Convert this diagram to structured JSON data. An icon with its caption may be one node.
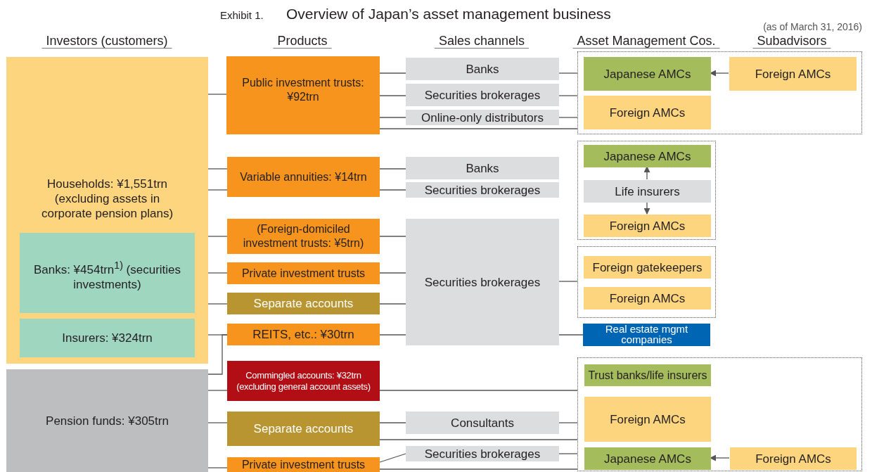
{
  "diagram": {
    "title": "Overview of Japan’s asset management business",
    "nodes": [
      {
        "text": [
          "Households: ¥1,551trn (excluding assets in corporate pension plans)"
        ]
      },
      {
        "text": [
          "Banks: ¥454trn$^{1)}$ (securities investments)"
        ],
        "in": 0
      },
      {
        "text": [
          "Insurers: ¥324trn"
        ],
        "in": 0
      },
      {
        "text": [
          "Pension funds: ¥305trn"
        ]
      },
      {
        "text": [
          "Public investment trusts: ¥92trn"
        ]
      },
      {
        "text": [
          "Variable annuities: ¥14trn"
        ]
      },
      {
        "text": [
          "(Foreign-domiciled investment trusts: ¥5trn)"
        ]
      },
      {
        "text": [
          "Private investment trusts"
        ]
      },
      {
        "text": [
          "Separate accounts"
        ]
      },
      {
        "text": [
          "REITS, etc.: ¥30trn"
        ]
      },
      {
        "text": [
          "Commingled accounts: ¥32trn (excluding general account assets)"
        ]
      },
      {
        "text": [
          "Separate accounts"
        ]
      },
      {
        "text": [
          "Private investment trusts"
        ]
      },
      {
        "text": [
          "Banks"
        ]
      },
      {
        "text": [
          "Securities brokerages"
        ]
      },
      {
        "text": [
          "Online-only distributors"
        ]
      },
      {
        "text": [
          "Banks"
        ]
      },
      {
        "text": [
          "Securities brokerages"
        ]
      },
      {
        "text": [
          "Securities brokerages"
        ]
      },
      {
        "text": [
          "Consultants"
        ]
      },
      {
        "text": [
          "Securities brokerages"
        ]
      },
      {
        "text": [],
        "shape": "box"
      },
      {
        "text": [
          "Japanese AMCs"
        ],
        "in": 21
      },
      {
        "text": [
          "Foreign AMCs"
        ],
        "in": 21
      },
      {
        "text": [
          "Foreign AMCs"
        ],
        "in": 21
      },
      {
        "text": [],
        "shape": "box"
      },
      {
        "text": [
          "Japanese AMCs"
        ],
        "in": 25
      },
      {
        "text": [
          "Life insurers"
        ],
        "in": 25
      },
      {
        "text": [
          "Foreign AMCs"
        ],
        "in": 25
      },
      {
        "text": [],
        "shape": "box"
      },
      {
        "text": [
          "Foreign gatekeepers"
        ],
        "in": 29
      },
      {
        "text": [
          "Foreign AMCs"
        ],
        "in": 29
      },
      {
        "text": [
          "Real estate mgmt companies"
        ]
      },
      {
        "text": [],
        "shape": "box"
      },
      {
        "text": [
          "Trust banks/life insurers"
        ],
        "in": 33
      },
      {
        "text": [
          "Foreign AMCs"
        ],
        "in": 33
      },
      {
        "text": [
          "Japanese AMCs"
        ],
        "in": 33
      },
      {
        "text": [
          "Foreign AMCs"
        ],
        "in": 33
      }
    ],
    "edges": [
      {
        "from": 0,
        "to": 4,
        "arrow": "none"
      },
      {
        "from": 0,
        "to": 5,
        "arrow": "none"
      },
      {
        "from": 0,
        "to": 5,
        "arrow": "none"
      },
      {
        "from": 0,
        "to": 6,
        "arrow": "none"
      },
      {
        "from": 0,
        "to": 7,
        "arrow": "none"
      },
      {
        "from": 0,
        "to": 8,
        "arrow": "none"
      },
      {
        "from": 0,
        "to": 9,
        "arrow": "none"
      },
      {
        "from": 3,
        "to": 9,
        "arrow": "none"
      },
      {
        "from": 3,
        "to": 10,
        "arrow": "none"
      },
      {
        "from": 3,
        "to": 11,
        "arrow": "none"
      },
      {
        "from": 3,
        "to": 12,
        "arrow": "none"
      },
      {
        "from": 4,
        "to": 13,
        "arrow": "none"
      },
      {
        "from": 4,
        "to": 14,
        "arrow": "none"
      },
      {
        "from": 4,
        "to": 15,
        "arrow": "none"
      },
      {
        "from": 4,
        "to": 21,
        "arrow": "none"
      },
      {
        "from": 13,
        "to": 21,
        "arrow": "none"
      },
      {
        "from": 14,
        "to": 21,
        "arrow": "none"
      },
      {
        "from": 15,
        "to": 21,
        "arrow": "none"
      },
      {
        "from": 5,
        "to": 16,
        "arrow": "none"
      },
      {
        "from": 5,
        "to": 17,
        "arrow": "none"
      },
      {
        "from": 6,
        "to": 18,
        "arrow": "none"
      },
      {
        "from": 7,
        "to": 18,
        "arrow": "none"
      },
      {
        "from": 8,
        "to": 18,
        "arrow": "none"
      },
      {
        "from": 9,
        "to": 18,
        "arrow": "none"
      },
      {
        "from": 18,
        "to": 29,
        "arrow": "none"
      },
      {
        "from": 18,
        "to": 32,
        "arrow": "none"
      },
      {
        "from": 10,
        "to": 33,
        "arrow": "none"
      },
      {
        "from": 11,
        "to": 19,
        "arrow": "none"
      },
      {
        "from": 11,
        "to": 33,
        "arrow": "none"
      },
      {
        "from": 12,
        "to": 20,
        "arrow": "none"
      },
      {
        "from": 12,
        "to": 33,
        "arrow": "none"
      },
      {
        "from": 19,
        "to": 33,
        "arrow": "none"
      },
      {
        "from": 20,
        "to": 33,
        "arrow": "none"
      },
      {
        "from": 23,
        "to": 22,
        "arrow": "to"
      },
      {
        "from": 27,
        "to": 26,
        "arrow": "to"
      },
      {
        "from": 27,
        "to": 28,
        "arrow": "to"
      },
      {
        "from": 37,
        "to": 36,
        "arrow": "to"
      }
    ],
    "labels": [
      "Exhibit 1.",
      "(as of March 31, 2016)",
      "Investors (customers)",
      "Products",
      "Sales channels",
      "Asset Management Cos.",
      "Subadvisors"
    ]
  }
}
